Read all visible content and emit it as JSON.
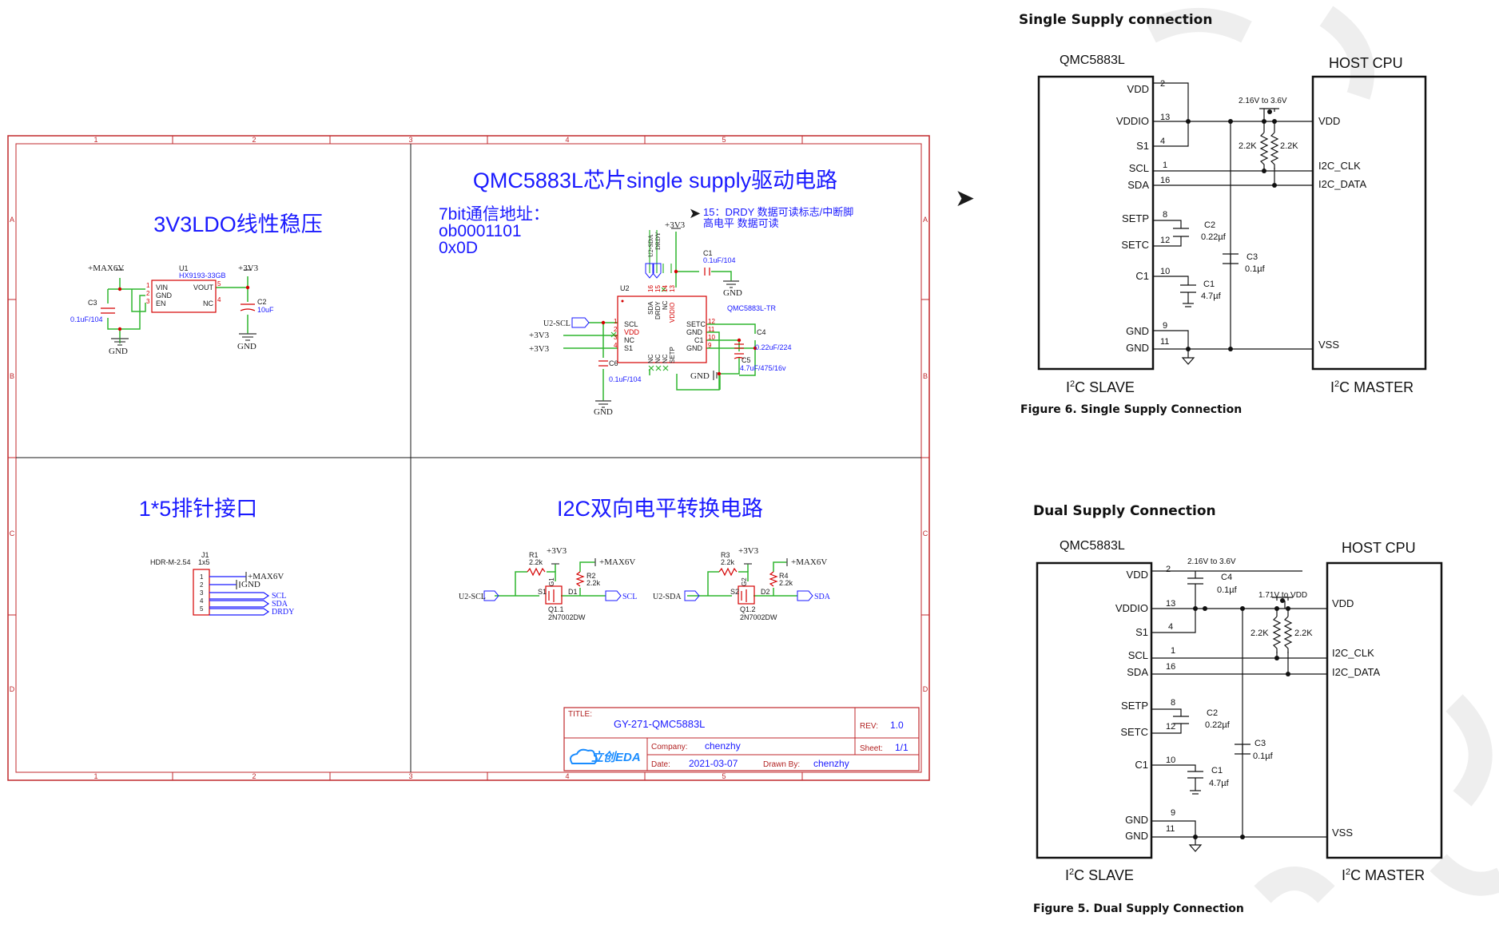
{
  "colors": {
    "frame": "#c0282c",
    "blue": "#1a1aff",
    "wire": "#2fb52f",
    "red": "#d40000",
    "dark": "#1a1a1a",
    "grey": "#555555",
    "title_red": "#b22222"
  },
  "arrow_glyph": "➤",
  "schematic": {
    "col_markers": [
      "1",
      "2",
      "3",
      "4",
      "5"
    ],
    "row_markers": [
      "A",
      "B",
      "C",
      "D"
    ],
    "ldo": {
      "title": "3V3LDO线性稳压",
      "u1_ref": "U1",
      "u1_part": "HX9193-33GB",
      "pins": [
        "VIN",
        "GND",
        "EN",
        "VOUT",
        "NC"
      ],
      "pin_nums": [
        "1",
        "2",
        "3",
        "5",
        "4"
      ],
      "max6v": "+MAX6V",
      "v33": "+3V3",
      "c3": "C3",
      "c3_val": "0.1uF/104",
      "c2": "C2",
      "c2_val": "10uF",
      "gnd": "GND"
    },
    "chip": {
      "title": "QMC5883L芯片single supply驱动电路",
      "addr": [
        "7bit通信地址：",
        "ob0001101",
        "0x0D"
      ],
      "note": [
        "15：DRDY 数据可读标志/中断脚",
        "高电平 数据可读"
      ],
      "u2": "U2",
      "part": "QMC5883L-TR",
      "left_pins": [
        "SCL",
        "VDD",
        "NC",
        "S1"
      ],
      "top_pins": [
        "SDA",
        "DRDY",
        "NC",
        "VDDIO"
      ],
      "bottom_pins": [
        "NC",
        "NC",
        "NC",
        "SETP"
      ],
      "right_pins": [
        "SETC",
        "GND",
        "C1",
        "GND"
      ],
      "pin_nums_left": [
        "1",
        "2",
        "3",
        "4"
      ],
      "pin_nums_top": [
        "16",
        "15",
        "14",
        "13"
      ],
      "pin_nums_right": [
        "12",
        "11",
        "10",
        "9"
      ],
      "u2_scl": "U2-SCL",
      "v33a": "+3V3",
      "v33b": "+3V3",
      "v33_top": "+3V3",
      "u2_sda": "U2-SDA",
      "drdy": "DRDY",
      "c1": "C1",
      "c1_val": "0.1uF/104",
      "c4": "C4",
      "c4_val": "0.22uF/224",
      "c5": "C5",
      "c5_val": "4.7uF/475/16v",
      "c6": "C6",
      "c6_val": "0.1uF/104",
      "gnd": "GND"
    },
    "header": {
      "title": "1*5排针接口",
      "part": "HDR-M-2.54",
      "ref": "J1",
      "size": "1x5",
      "pins": [
        "1",
        "2",
        "3",
        "4",
        "5"
      ],
      "nets": [
        "+MAX6V",
        "GND",
        "SCL",
        "SDA",
        "DRDY"
      ]
    },
    "level": {
      "title": "I2C双向电平转换电路",
      "r1": "R1",
      "r1_val": "2.2k",
      "r2": "R2",
      "r2_val": "2.2k",
      "r3": "R3",
      "r3_val": "2.2k",
      "r4": "R4",
      "r4_val": "2.2k",
      "v33": "+3V3",
      "max6v": "+MAX6V",
      "u2_scl": "U2-SCL",
      "scl": "SCL",
      "u2_sda": "U2-SDA",
      "sda": "SDA",
      "q1": "Q1.1",
      "q2": "Q1.2",
      "mos": "2N7002DW",
      "s1": "S1",
      "d1": "D1",
      "g1": "G1",
      "s2": "S2",
      "d2": "D2",
      "g2": "G2"
    },
    "titleblock": {
      "title_label": "TITLE:",
      "title_value": "GY-271-QMC5883L",
      "rev_label": "REV:",
      "rev_value": "1.0",
      "company_label": "Company:",
      "company_value": "chenzhy",
      "sheet_label": "Sheet:",
      "sheet_value": "1/1",
      "date_label": "Date:",
      "date_value": "2021-03-07",
      "drawn_label": "Drawn By:",
      "drawn_value": "chenzhy",
      "logo": "立创EDA"
    }
  },
  "single": {
    "heading": "Single Supply connection",
    "chip": "QMC5883L",
    "host": "HOST CPU",
    "range": "2.16V to 3.6V",
    "left_pins": [
      "VDD",
      "VDDIO",
      "S1",
      "SCL",
      "SDA",
      "SETP",
      "SETC",
      "C1",
      "GND",
      "GND"
    ],
    "pin_nums": [
      "2",
      "13",
      "4",
      "1",
      "16",
      "8",
      "12",
      "10",
      "9",
      "11"
    ],
    "host_pins": [
      "VDD",
      "I2C_CLK",
      "I2C_DATA",
      "VSS"
    ],
    "r_left": "2.2K",
    "r_right": "2.2K",
    "c2": "C2",
    "c2_val": "0.22µf",
    "c3": "C3",
    "c3_val": "0.1µf",
    "c1": "C1",
    "c1_val": "4.7µf",
    "slave_i": "I",
    "slave_sup": "2",
    "slave_rest": "C SLAVE",
    "master_i": "I",
    "master_sup": "2",
    "master_rest": "C MASTER",
    "caption": "Figure 6.  Single Supply Connection"
  },
  "dual": {
    "heading": "Dual Supply Connection",
    "chip": "QMC5883L",
    "host": "HOST CPU",
    "range1": "2.16V to 3.6V",
    "range2": "1.71V to VDD",
    "left_pins": [
      "VDD",
      "VDDIO",
      "S1",
      "SCL",
      "SDA",
      "SETP",
      "SETC",
      "C1",
      "GND",
      "GND"
    ],
    "pin_nums": [
      "2",
      "13",
      "4",
      "1",
      "16",
      "8",
      "12",
      "10",
      "9",
      "11"
    ],
    "host_pins": [
      "VDD",
      "I2C_CLK",
      "I2C_DATA",
      "VSS"
    ],
    "c4": "C4",
    "c4_val": "0.1µf",
    "r_left": "2.2K",
    "r_right": "2.2K",
    "c2": "C2",
    "c2_val": "0.22µf",
    "c3": "C3",
    "c3_val": "0.1µf",
    "c1": "C1",
    "c1_val": "4.7µf",
    "slave_i": "I",
    "slave_sup": "2",
    "slave_rest": "C SLAVE",
    "master_i": "I",
    "master_sup": "2",
    "master_rest": "C MASTER",
    "caption": "Figure 5.   Dual Supply Connection"
  }
}
